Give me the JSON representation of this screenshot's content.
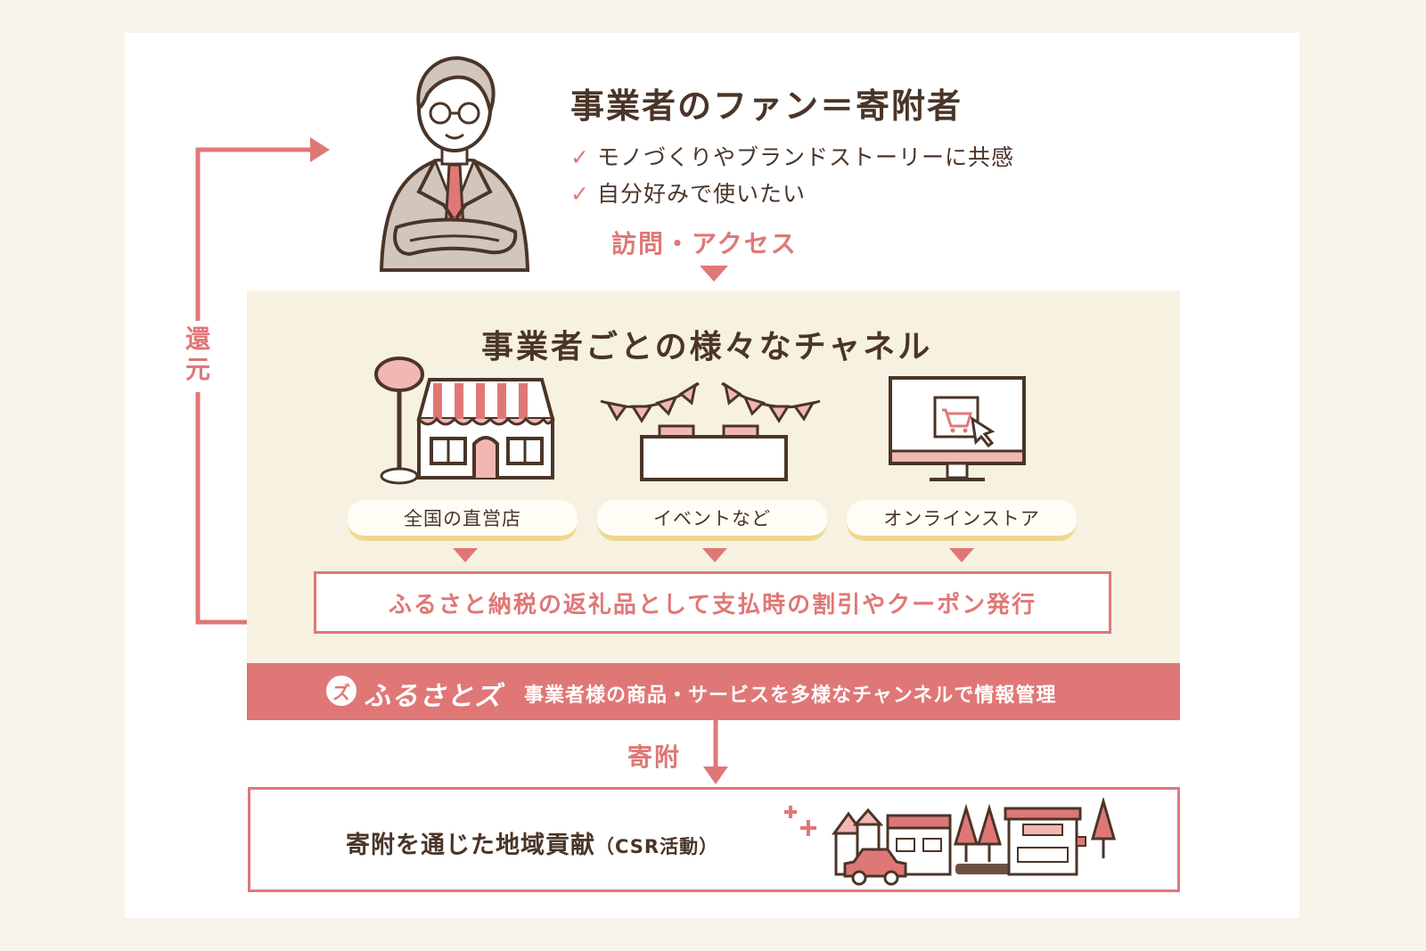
{
  "fan": {
    "title": "事業者のファン＝寄附者",
    "checks": [
      "モノづくりやブランドストーリーに共感",
      "自分好みで使いたい"
    ],
    "access_label": "訪問・アクセス"
  },
  "return_label": "還元",
  "channels": {
    "title": "事業者ごとの様々なチャネル",
    "items": [
      {
        "label": "全国の直営店",
        "icon": "storefront-icon"
      },
      {
        "label": "イベントなど",
        "icon": "event-stall-icon"
      },
      {
        "label": "オンラインストア",
        "icon": "online-store-monitor-icon"
      }
    ],
    "coupon_text": "ふるさと納税の返礼品として支払時の割引やクーポン発行"
  },
  "platform": {
    "brand": "ふるさとズ",
    "brand_logo_char": "ズ",
    "description": "事業者様の商品・サービスを多様なチャンネルで情報管理"
  },
  "donation_label": "寄附",
  "csr": {
    "text": "寄附を通じた地域貢献",
    "suffix": "（CSR活動）"
  },
  "colors": {
    "accent": "#e07777",
    "text": "#4a3528",
    "cream": "#f7f1e1",
    "page_bg": "#f8f4ec",
    "pill_border": "#ecd98f"
  }
}
